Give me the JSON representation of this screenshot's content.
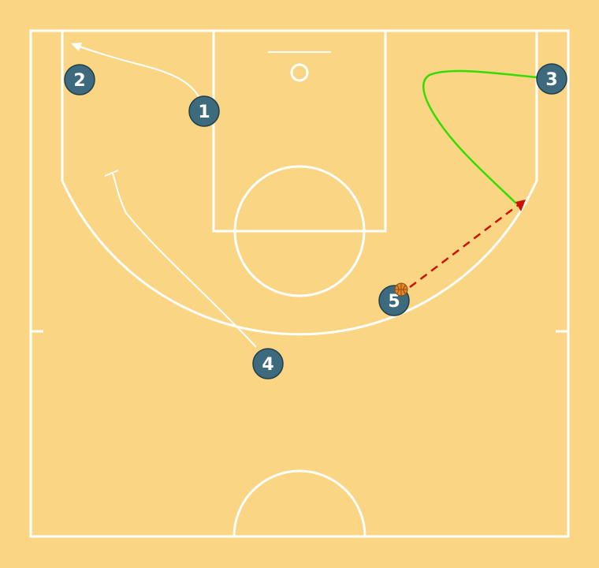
{
  "colors": {
    "floor": "#fad584",
    "line": "#ffffff",
    "player": "#3d6b7d",
    "player_border": "#1f3f4a",
    "player_text": "#ffffff",
    "cut_line": "#ffffff",
    "dribble_line": "#33dd00",
    "pass_line": "#cc1100",
    "ball": "#e8872a"
  },
  "players": [
    {
      "number": "1",
      "name": "player-1"
    },
    {
      "number": "2",
      "name": "player-2"
    },
    {
      "number": "3",
      "name": "player-3"
    },
    {
      "number": "4",
      "name": "player-4"
    },
    {
      "number": "5",
      "name": "player-5"
    }
  ],
  "movements": [
    {
      "name": "cut-1-to-corner",
      "type": "cut"
    },
    {
      "name": "screen-4",
      "type": "screen"
    },
    {
      "name": "move-3-curl",
      "type": "dribble"
    },
    {
      "name": "pass-5-to-wing",
      "type": "pass"
    }
  ],
  "ball_holder": "5"
}
